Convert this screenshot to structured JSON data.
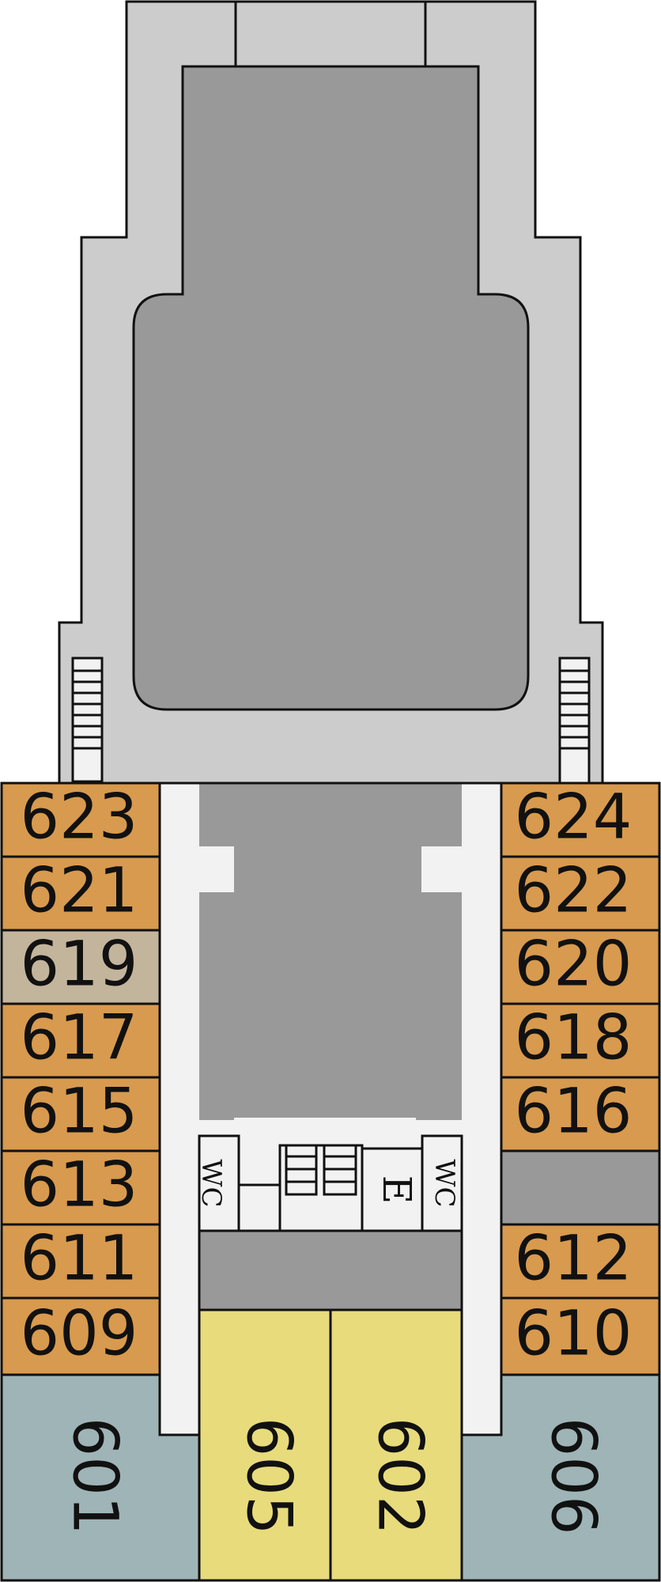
{
  "colors": {
    "outer_deck": "#cccccc",
    "open_area": "#999999",
    "corridor": "#f2f2f2",
    "cabin_orange": "#d89a4e",
    "cabin_tan": "#c3b59c",
    "cabin_teal": "#9fb4b6",
    "cabin_yellow": "#e8db7c",
    "outline": "#111111"
  },
  "cabins_left": [
    "623",
    "621",
    "619",
    "617",
    "615",
    "613",
    "611",
    "609"
  ],
  "cabins_right": [
    "624",
    "622",
    "620",
    "618",
    "616",
    "",
    "612",
    "610"
  ],
  "cabins_bottom": [
    "601",
    "605",
    "602",
    "606"
  ],
  "facilities": {
    "wc_left": "WC",
    "wc_right": "WC",
    "elevator": "E"
  }
}
